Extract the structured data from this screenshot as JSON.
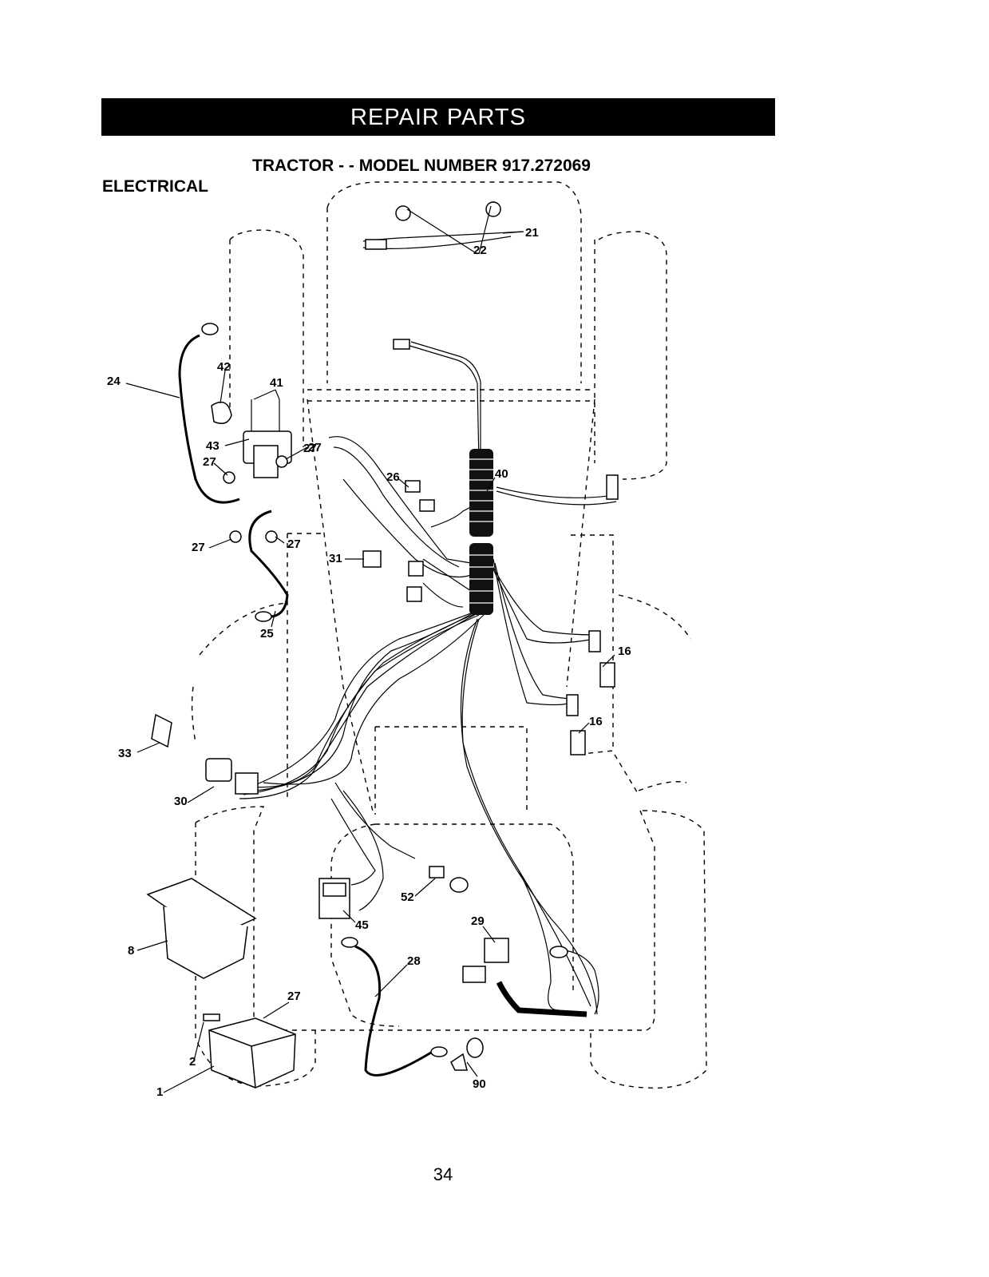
{
  "header": {
    "title": "REPAIR PARTS"
  },
  "subtitle": "TRACTOR - - MODEL NUMBER 917.272069",
  "section": "ELECTRICAL",
  "page_number": "34",
  "callouts": [
    "22",
    "21",
    "24",
    "42",
    "41",
    "43",
    "27",
    "27",
    "27",
    "27",
    "27",
    "26",
    "40",
    "31",
    "25",
    "16",
    "16",
    "33",
    "30",
    "8",
    "52",
    "45",
    "29",
    "28",
    "27",
    "2",
    "1",
    "90"
  ]
}
